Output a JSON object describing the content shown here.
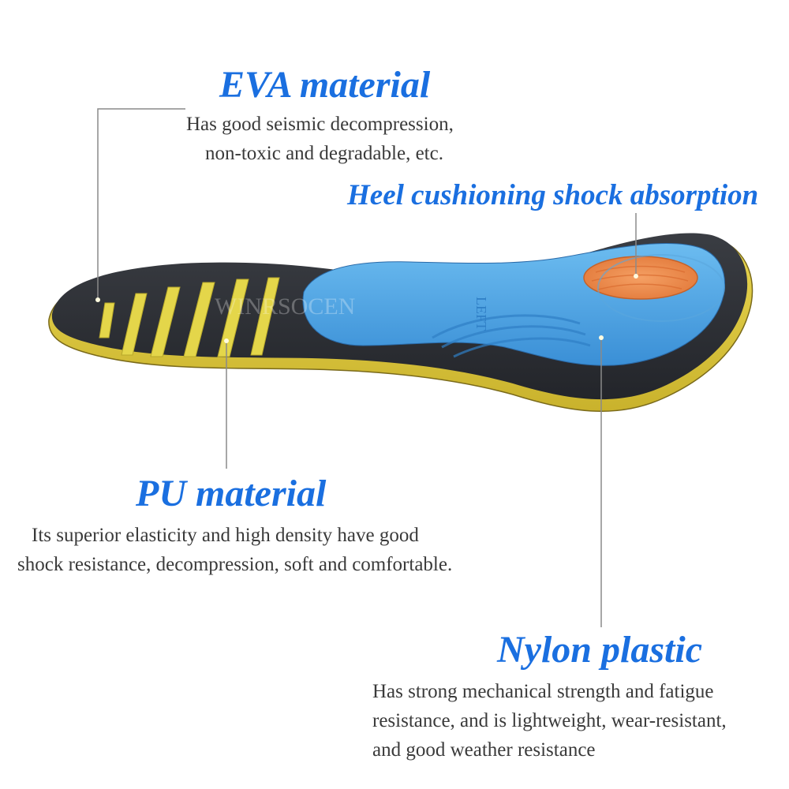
{
  "theme": {
    "heading_color": "#1a6fe0",
    "leader_line_color": "#8a8a8a",
    "insole_top_color": "#2e3035",
    "arch_pad_color": "#4fa8e6",
    "heel_pad_color": "#f08a4a",
    "base_layer_color": "#e6d24a"
  },
  "watermark": "WINRSOCEN",
  "insole_marking": "LEFT",
  "annotations": {
    "eva": {
      "title": "EVA material",
      "lines": [
        "Has good seismic decompression,",
        "non-toxic and degradable, etc."
      ]
    },
    "heel": {
      "title": "Heel cushioning shock absorption"
    },
    "pu": {
      "title": "PU material",
      "lines": [
        "Its superior elasticity and high density have good",
        "shock resistance, decompression, soft and comfortable."
      ]
    },
    "nylon": {
      "title": "Nylon plastic",
      "lines": [
        "Has strong mechanical strength and fatigue",
        "resistance, and is lightweight, wear-resistant,",
        "and good weather resistance"
      ]
    }
  }
}
